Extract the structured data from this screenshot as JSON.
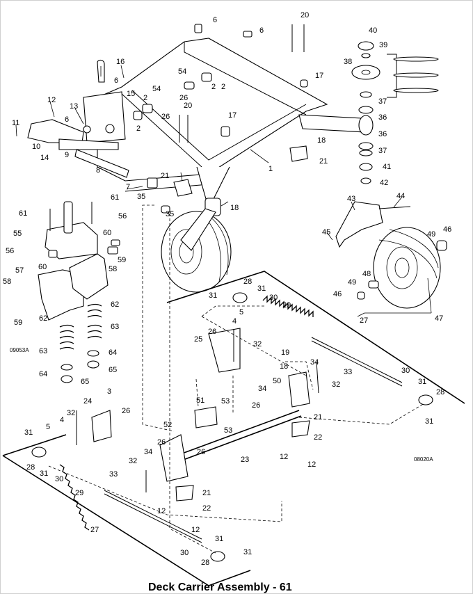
{
  "title": "Deck Carrier Assembly - 61",
  "figure_codes": {
    "left": "09053A",
    "right": "08020A"
  },
  "callouts": [
    "1",
    "2",
    "3",
    "4",
    "5",
    "6",
    "7",
    "8",
    "9",
    "10",
    "11",
    "12",
    "13",
    "14",
    "15",
    "16",
    "17",
    "18",
    "19",
    "20",
    "21",
    "22",
    "23",
    "24",
    "25",
    "26",
    "27",
    "28",
    "29",
    "30",
    "31",
    "32",
    "33",
    "34",
    "35",
    "36",
    "37",
    "38",
    "39",
    "40",
    "41",
    "42",
    "43",
    "44",
    "45",
    "46",
    "47",
    "48",
    "49",
    "50",
    "51",
    "52",
    "53",
    "54",
    "55",
    "56",
    "57",
    "58",
    "59",
    "60",
    "61",
    "62",
    "63",
    "64",
    "65"
  ]
}
